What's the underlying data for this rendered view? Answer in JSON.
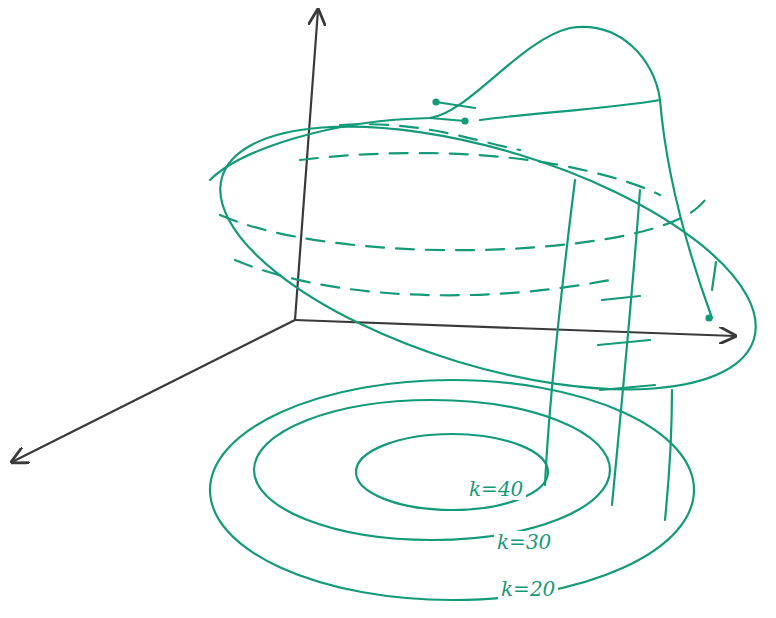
{
  "diagram": {
    "labels": [
      "k=40",
      "k=30",
      "k=20"
    ]
  }
}
